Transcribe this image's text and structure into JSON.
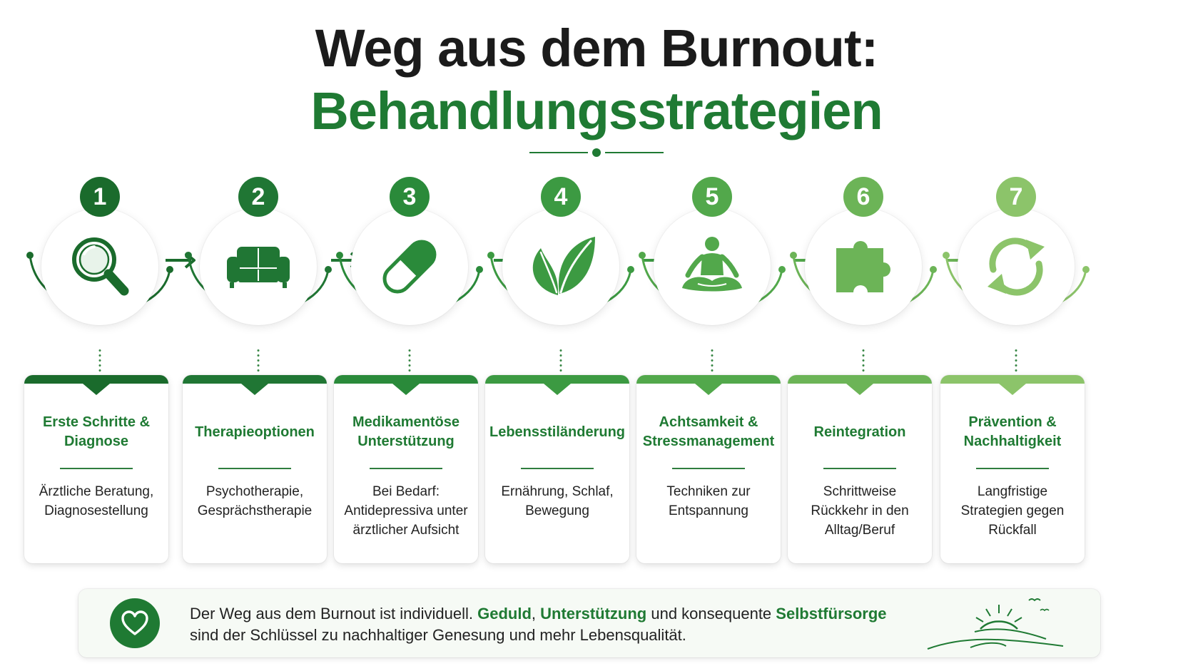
{
  "title": {
    "line1": "Weg aus dem Burnout:",
    "line2": "Behandlungsstrategien"
  },
  "colors": {
    "dark_green": "#1f7a33",
    "mid_green": "#3f9a45",
    "light_green": "#8cc46a"
  },
  "steps": [
    {
      "number": "1",
      "icon": "magnifier-icon",
      "title": "Erste Schritte & Diagnose",
      "text": "Ärztliche Beratung, Diagnosestellung",
      "color": "#1a6b2c"
    },
    {
      "number": "2",
      "icon": "couch-icon",
      "title": "Therapieoptionen",
      "text": "Psychotherapie, Gesprächstherapie",
      "color": "#207634"
    },
    {
      "number": "3",
      "icon": "pill-icon",
      "title": "Medikamentöse Unterstützung",
      "text": "Bei Bedarf: Antidepressiva unter ärztlicher Aufsicht",
      "color": "#2a8a3a"
    },
    {
      "number": "4",
      "icon": "leaf-icon",
      "title": "Lebensstiländerung",
      "text": "Ernährung, Schlaf, Bewegung",
      "color": "#3c9a42"
    },
    {
      "number": "5",
      "icon": "meditation-icon",
      "title": "Achtsamkeit & Stressmanagement",
      "text": "Techniken zur Entspannung",
      "color": "#52a84b"
    },
    {
      "number": "6",
      "icon": "puzzle-icon",
      "title": "Reintegration",
      "text": "Schrittweise Rückkehr in den Alltag/Beruf",
      "color": "#6cb457"
    },
    {
      "number": "7",
      "icon": "refresh-icon",
      "title": "Prävention & Nachhaltigkeit",
      "text": "Langfristige Strategien gegen Rückfall",
      "color": "#8cc46a"
    }
  ],
  "banner": {
    "icon": "heart-icon",
    "part1": "Der Weg aus dem Burnout ist individuell. ",
    "hl1": "Geduld",
    "sep1": ", ",
    "hl2": "Unterstützung",
    "part2": " und konsequente ",
    "hl3": "Selbstfürsorge",
    "part3": " sind der Schlüssel zu nachhaltiger Genesung und mehr Lebensqualität.",
    "illustration": "sunrise-icon"
  }
}
